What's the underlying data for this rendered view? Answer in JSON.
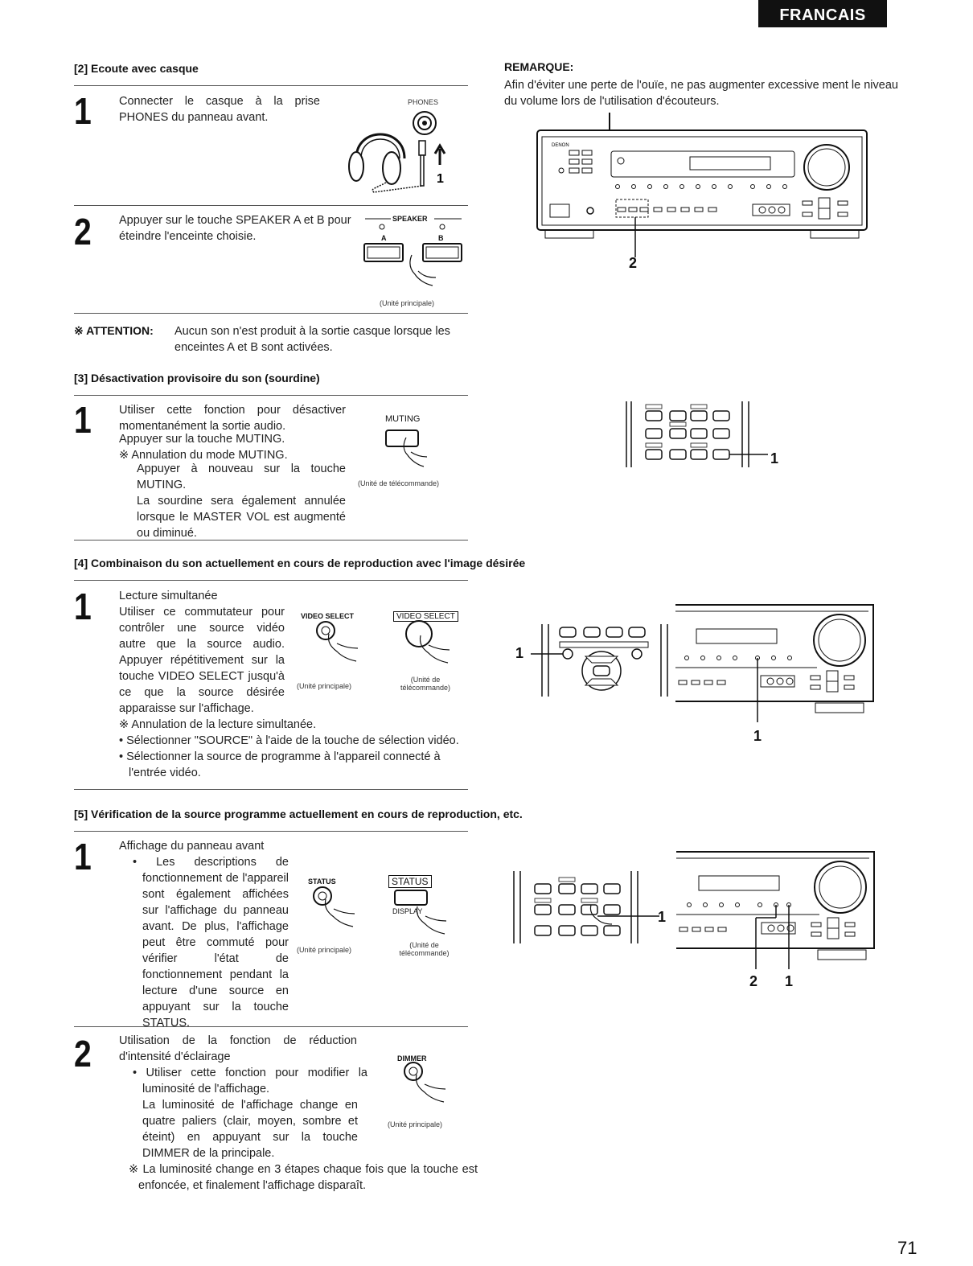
{
  "language_tab": "FRANCAIS",
  "page_number": "71",
  "s2": {
    "heading": "[2] Ecoute avec casque",
    "step1_num": "1",
    "step1_text": "Connecter le casque à la prise PHONES du panneau avant.",
    "phones_label": "PHONES",
    "step2_num": "2",
    "step2_text": "Appuyer sur le touche SPEAKER A et B pour éteindre l'enceinte choisie.",
    "speaker_label": "SPEAKER",
    "a_label": "A",
    "b_label": "B",
    "caption": "(Unité principale)",
    "attention_label": "※ ATTENTION:",
    "attention_text": "Aucun son n'est produit à la sortie casque lorsque les enceintes A et B sont activées."
  },
  "remarque": {
    "heading": "REMARQUE:",
    "text": "Afin d'éviter une perte de l'ouïe, ne pas augmenter excessive ment le niveau du volume lors de l'utilisation d'écouteurs.",
    "callout_2": "2",
    "brand": "DENON"
  },
  "s3": {
    "heading": "[3] Désactivation provisoire du son (sourdine)",
    "step1_num": "1",
    "line1": "Utiliser cette fonction pour désactiver momentanément la sortie audio.",
    "line2": "Appuyer sur la touche MUTING.",
    "line3": "※ Annulation du mode MUTING.",
    "line4": "Appuyer à nouveau sur la touche MUTING.",
    "line5": "La sourdine sera également annulée lorsque le MASTER VOL est augmenté ou diminué.",
    "muting_label": "MUTING",
    "caption": "(Unité de télécommande)",
    "callout_1": "1"
  },
  "s4": {
    "heading": "[4] Combinaison du son actuellement en cours de reproduction avec l'image désirée",
    "step1_num": "1",
    "line1": "Lecture simultanée",
    "line2": "Utiliser ce commutateur pour contrôler une source vidéo autre que la source audio. Appuyer répétitivement sur la touche VIDEO SELECT jusqu'à ce que la source désirée apparaisse sur l'affichage.",
    "line3": "※ Annulation de la lecture simultanée.",
    "bullet1": "• Sélectionner \"SOURCE\" à l'aide de la touche de sélection vidéo.",
    "bullet2": "• Sélectionner la source de programme à l'appareil connecté à l'entrée vidéo.",
    "video_select_label": "VIDEO SELECT",
    "video_select_remote": "VIDEO SELECT",
    "caption_main": "(Unité principale)",
    "caption_remote": "(Unité de télécommande)",
    "callout_1a": "1",
    "callout_1b": "1"
  },
  "s5": {
    "heading": "[5] Vérification de la source programme actuellement en cours de reproduction, etc.",
    "step1_num": "1",
    "line1": "Affichage du panneau avant",
    "line2": "• Les descriptions de fonctionnement de l'appareil sont également affichées sur l'affichage du panneau avant. De plus, l'affichage peut être commuté pour vérifier l'état de fonctionnement pendant la lecture d'une source en appuyant sur la touche STATUS.",
    "status_label": "STATUS",
    "status_remote": "STATUS",
    "display_label": "DISPLAY",
    "caption_main": "(Unité principale)",
    "caption_remote": "(Unité de télécommande)",
    "step2_num": "2",
    "line3": "Utilisation de la fonction de réduction d'intensité d'éclairage",
    "line4": "• Utiliser cette fonction pour modifier la luminosité de l'affichage.",
    "line5": "La luminosité de l'affichage change en quatre paliers (clair, moyen, sombre et éteint) en appuyant sur la touche DIMMER de la principale.",
    "line6": "※ La luminosité change en 3 étapes chaque fois que la touche est enfoncée, et finalement l'affichage disparaît.",
    "dimmer_label": "DIMMER",
    "caption_dimmer": "(Unité principale)",
    "callout_1a": "1",
    "callout_2": "2",
    "callout_1b": "1"
  }
}
